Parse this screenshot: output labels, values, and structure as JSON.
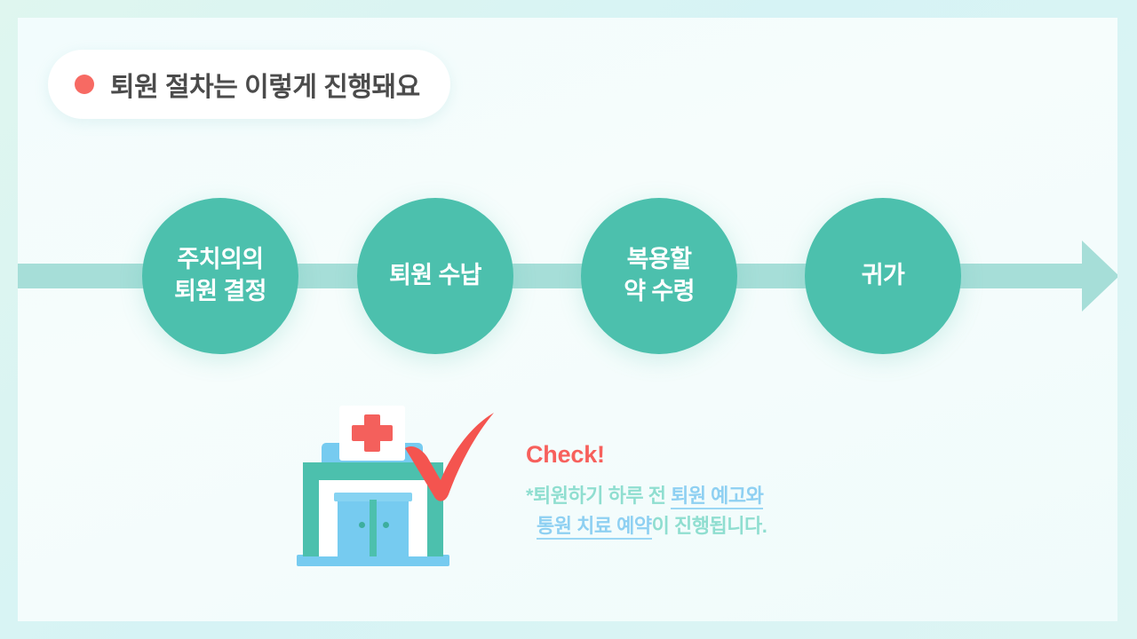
{
  "slide": {
    "title": "퇴원 절차는 이렇게 진행돼요",
    "bullet_icon": "red-dot-icon"
  },
  "theme": {
    "frame_bg": "#d8f4f2",
    "card_bg": "#f3fdfd",
    "node_teal": "#4cc0ad",
    "bar_teal": "#a6ded8",
    "accent_red": "#f7605c",
    "caption_mint": "#8fded0",
    "highlight_blue": "#8ed0f2",
    "title_text": "#4b4b4b"
  },
  "timeline": {
    "arrow_icon": "arrow-right-icon",
    "steps": [
      {
        "index": 1,
        "lines": [
          "주치의의",
          "퇴원 결정"
        ]
      },
      {
        "index": 2,
        "lines": [
          "퇴원 수납"
        ]
      },
      {
        "index": 3,
        "lines": [
          "복용할",
          "약 수령"
        ]
      },
      {
        "index": 4,
        "lines": [
          "귀가"
        ]
      }
    ]
  },
  "illustration": {
    "name": "hospital-building-icon",
    "cross_icon": "red-cross-icon",
    "check_icon": "red-checkmark-icon"
  },
  "check": {
    "title": "Check!",
    "line1_prefix": "*퇴원하기 하루 전 ",
    "line1_highlight": "퇴원 예고와",
    "line2_highlight": "통원 치료 예약",
    "line2_suffix": "이 진행됩니다."
  }
}
